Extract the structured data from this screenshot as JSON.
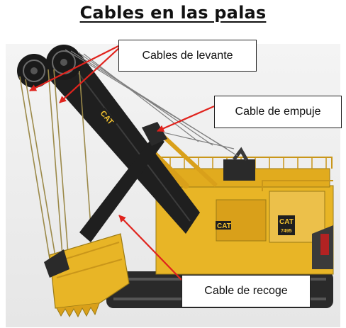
{
  "title": "Cables en las palas",
  "callouts": {
    "hoist": "Cables de levante",
    "crowd": "Cable de empuje",
    "retract": "Cable de recoge"
  },
  "badges": {
    "boom": "CAT",
    "house_left": "CAT",
    "house_right": "CAT",
    "model": "7495"
  },
  "colors": {
    "machine_yellow": "#e8b526",
    "boom_black": "#1f1f1f",
    "arrow_red": "#e0231d",
    "cable": "#9c8a4a"
  }
}
